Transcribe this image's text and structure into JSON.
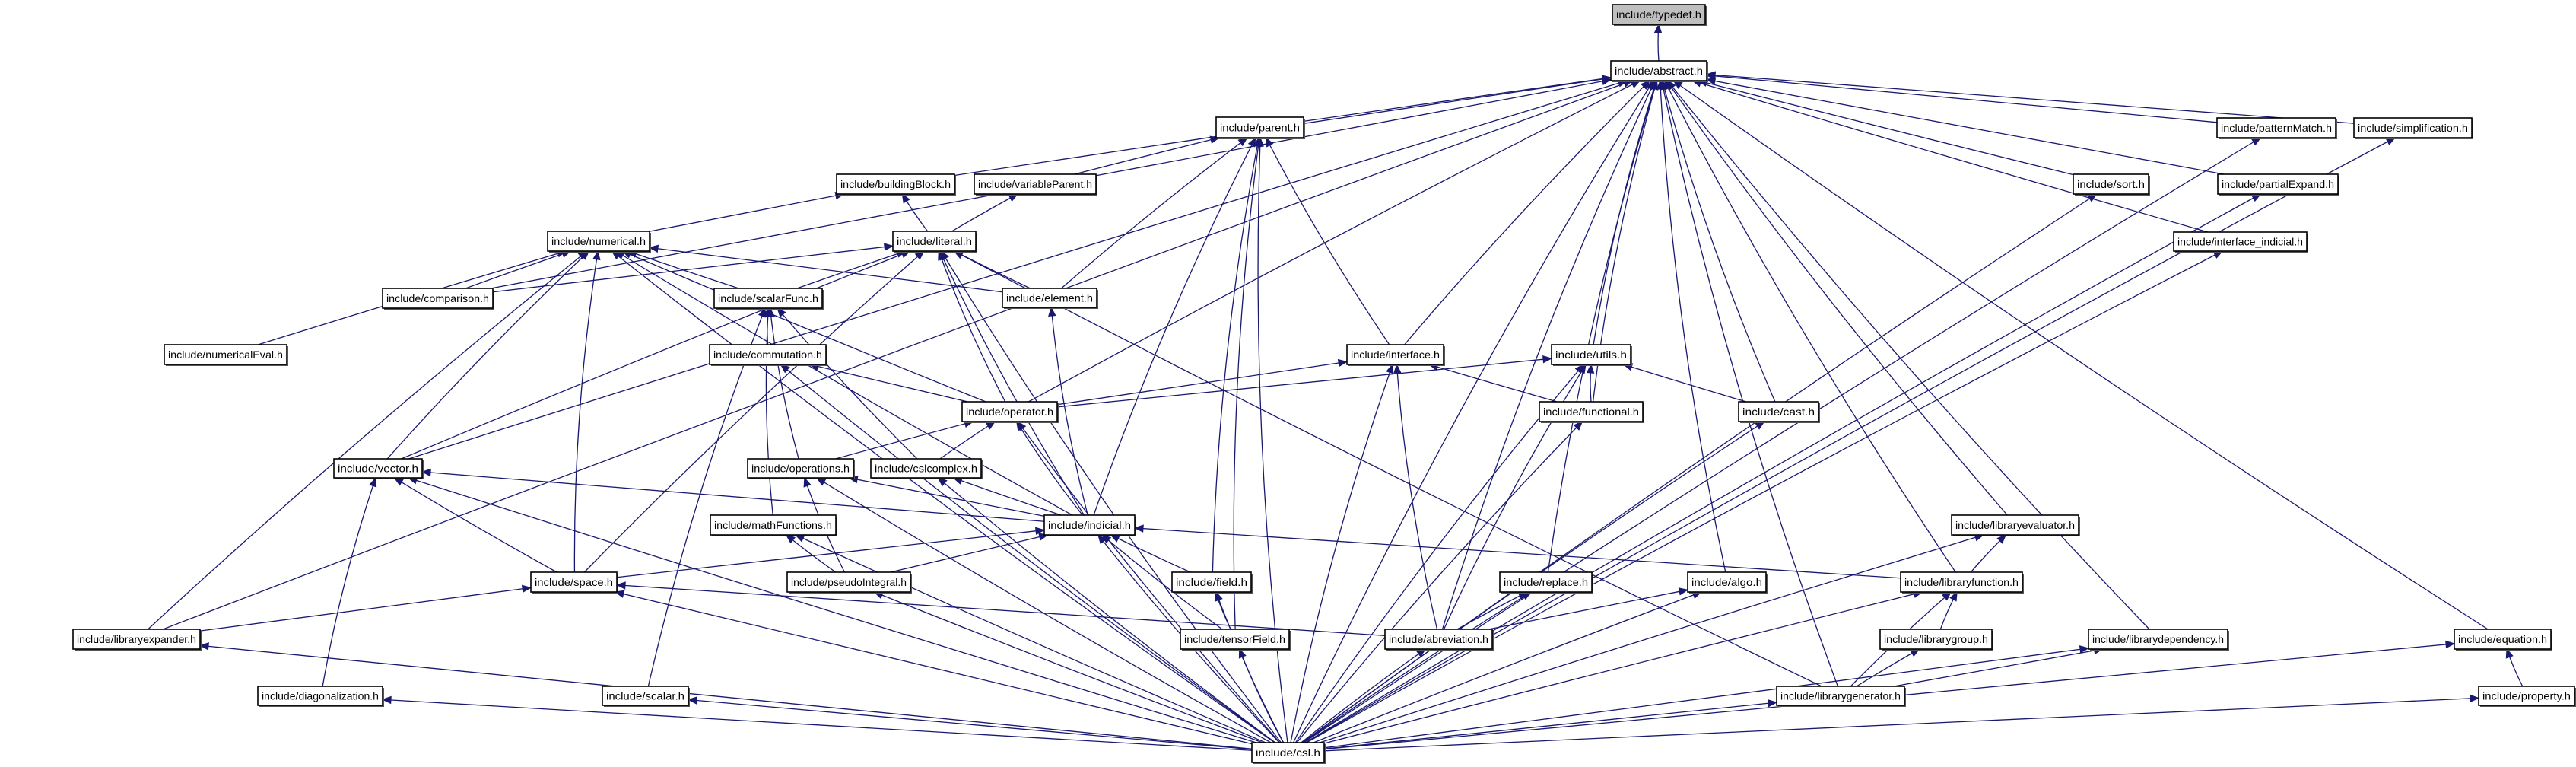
{
  "title": "Include dependency graph for include/typedef.h",
  "colors": {
    "edge": "#191970",
    "node_border": "#000000",
    "node_fill": "#ffffff",
    "root_fill": "#bfbfbf"
  },
  "nodes": [
    {
      "id": "typedef",
      "label": "include/typedef.h",
      "root": true
    },
    {
      "id": "abstract",
      "label": "include/abstract.h"
    },
    {
      "id": "parent",
      "label": "include/parent.h"
    },
    {
      "id": "patternMatch",
      "label": "include/patternMatch.h"
    },
    {
      "id": "simplification",
      "label": "include/simplification.h"
    },
    {
      "id": "buildingBlock",
      "label": "include/buildingBlock.h"
    },
    {
      "id": "variableParent",
      "label": "include/variableParent.h"
    },
    {
      "id": "sort",
      "label": "include/sort.h"
    },
    {
      "id": "partialExpand",
      "label": "include/partialExpand.h"
    },
    {
      "id": "numerical",
      "label": "include/numerical.h"
    },
    {
      "id": "literal",
      "label": "include/literal.h"
    },
    {
      "id": "interface_indicial",
      "label": "include/interface_indicial.h"
    },
    {
      "id": "comparison",
      "label": "include/comparison.h"
    },
    {
      "id": "scalarFunc",
      "label": "include/scalarFunc.h"
    },
    {
      "id": "element",
      "label": "include/element.h"
    },
    {
      "id": "numericalEval",
      "label": "include/numericalEval.h"
    },
    {
      "id": "commutation",
      "label": "include/commutation.h"
    },
    {
      "id": "interface",
      "label": "include/interface.h"
    },
    {
      "id": "utils",
      "label": "include/utils.h"
    },
    {
      "id": "operator",
      "label": "include/operator.h"
    },
    {
      "id": "functional",
      "label": "include/functional.h"
    },
    {
      "id": "cast",
      "label": "include/cast.h"
    },
    {
      "id": "vector",
      "label": "include/vector.h"
    },
    {
      "id": "operations",
      "label": "include/operations.h"
    },
    {
      "id": "cslcomplex",
      "label": "include/cslcomplex.h"
    },
    {
      "id": "mathFunctions",
      "label": "include/mathFunctions.h"
    },
    {
      "id": "indicial",
      "label": "include/indicial.h"
    },
    {
      "id": "libraryevaluator",
      "label": "include/libraryevaluator.h"
    },
    {
      "id": "space",
      "label": "include/space.h"
    },
    {
      "id": "pseudoIntegral",
      "label": "include/pseudoIntegral.h"
    },
    {
      "id": "field",
      "label": "include/field.h"
    },
    {
      "id": "replace",
      "label": "include/replace.h"
    },
    {
      "id": "algo",
      "label": "include/algo.h"
    },
    {
      "id": "libraryfunction",
      "label": "include/libraryfunction.h"
    },
    {
      "id": "libraryexpander",
      "label": "include/libraryexpander.h"
    },
    {
      "id": "tensorField",
      "label": "include/tensorField.h"
    },
    {
      "id": "abreviation",
      "label": "include/abreviation.h"
    },
    {
      "id": "librarygroup",
      "label": "include/librarygroup.h"
    },
    {
      "id": "librarydependency",
      "label": "include/librarydependency.h"
    },
    {
      "id": "equation",
      "label": "include/equation.h"
    },
    {
      "id": "diagonalization",
      "label": "include/diagonalization.h"
    },
    {
      "id": "scalar",
      "label": "include/scalar.h"
    },
    {
      "id": "librarygenerator",
      "label": "include/librarygenerator.h"
    },
    {
      "id": "property",
      "label": "include/property.h"
    },
    {
      "id": "csl",
      "label": "include/csl.h"
    }
  ],
  "edges": [
    [
      "abstract",
      "typedef"
    ],
    [
      "parent",
      "abstract"
    ],
    [
      "patternMatch",
      "abstract"
    ],
    [
      "simplification",
      "abstract"
    ],
    [
      "buildingBlock",
      "abstract"
    ],
    [
      "sort",
      "abstract"
    ],
    [
      "partialExpand",
      "abstract"
    ],
    [
      "interface_indicial",
      "abstract"
    ],
    [
      "comparison",
      "abstract"
    ],
    [
      "interface",
      "abstract"
    ],
    [
      "utils",
      "abstract"
    ],
    [
      "operator",
      "abstract"
    ],
    [
      "functional",
      "abstract"
    ],
    [
      "cast",
      "abstract"
    ],
    [
      "vector",
      "abstract"
    ],
    [
      "libraryevaluator",
      "abstract"
    ],
    [
      "replace",
      "abstract"
    ],
    [
      "algo",
      "abstract"
    ],
    [
      "libraryfunction",
      "abstract"
    ],
    [
      "libraryexpander",
      "abstract"
    ],
    [
      "abreviation",
      "abstract"
    ],
    [
      "librarydependency",
      "abstract"
    ],
    [
      "equation",
      "abstract"
    ],
    [
      "librarygenerator",
      "abstract"
    ],
    [
      "csl",
      "abstract"
    ],
    [
      "variableParent",
      "parent"
    ],
    [
      "element",
      "parent"
    ],
    [
      "interface",
      "parent"
    ],
    [
      "indicial",
      "parent"
    ],
    [
      "field",
      "parent"
    ],
    [
      "tensorField",
      "parent"
    ],
    [
      "csl",
      "parent"
    ],
    [
      "numerical",
      "buildingBlock"
    ],
    [
      "literal",
      "buildingBlock"
    ],
    [
      "literal",
      "variableParent"
    ],
    [
      "comparison",
      "numerical"
    ],
    [
      "scalarFunc",
      "numerical"
    ],
    [
      "element",
      "numerical"
    ],
    [
      "numericalEval",
      "numerical"
    ],
    [
      "operator",
      "numerical"
    ],
    [
      "vector",
      "numerical"
    ],
    [
      "space",
      "numerical"
    ],
    [
      "indicial",
      "numerical"
    ],
    [
      "libraryexpander",
      "numerical"
    ],
    [
      "csl",
      "numerical"
    ],
    [
      "comparison",
      "literal"
    ],
    [
      "scalarFunc",
      "literal"
    ],
    [
      "element",
      "literal"
    ],
    [
      "operator",
      "literal"
    ],
    [
      "vector",
      "literal"
    ],
    [
      "space",
      "literal"
    ],
    [
      "indicial",
      "literal"
    ],
    [
      "librarygenerator",
      "literal"
    ],
    [
      "csl",
      "literal"
    ],
    [
      "commutation",
      "scalarFunc"
    ],
    [
      "cslcomplex",
      "scalarFunc"
    ],
    [
      "mathFunctions",
      "scalarFunc"
    ],
    [
      "operations",
      "scalarFunc"
    ],
    [
      "scalar",
      "scalarFunc"
    ],
    [
      "operator",
      "commutation"
    ],
    [
      "csl",
      "commutation"
    ],
    [
      "operator",
      "interface"
    ],
    [
      "functional",
      "interface"
    ],
    [
      "abreviation",
      "interface"
    ],
    [
      "csl",
      "interface"
    ],
    [
      "operator",
      "utils"
    ],
    [
      "functional",
      "utils"
    ],
    [
      "cast",
      "utils"
    ],
    [
      "abreviation",
      "utils"
    ],
    [
      "csl",
      "utils"
    ],
    [
      "operations",
      "operator"
    ],
    [
      "cslcomplex",
      "operator"
    ],
    [
      "indicial",
      "operator"
    ],
    [
      "csl",
      "operator"
    ],
    [
      "indicial",
      "element"
    ],
    [
      "csl",
      "functional"
    ],
    [
      "csl",
      "cast"
    ],
    [
      "indicial",
      "vector"
    ],
    [
      "space",
      "vector"
    ],
    [
      "diagonalization",
      "vector"
    ],
    [
      "csl",
      "vector"
    ],
    [
      "indicial",
      "operations"
    ],
    [
      "pseudoIntegral",
      "operations"
    ],
    [
      "csl",
      "operations"
    ],
    [
      "indicial",
      "cslcomplex"
    ],
    [
      "csl",
      "cslcomplex"
    ],
    [
      "pseudoIntegral",
      "mathFunctions"
    ],
    [
      "csl",
      "mathFunctions"
    ],
    [
      "space",
      "indicial"
    ],
    [
      "pseudoIntegral",
      "indicial"
    ],
    [
      "field",
      "indicial"
    ],
    [
      "tensorField",
      "indicial"
    ],
    [
      "libraryfunction",
      "indicial"
    ],
    [
      "csl",
      "indicial"
    ],
    [
      "libraryfunction",
      "libraryevaluator"
    ],
    [
      "csl",
      "libraryevaluator"
    ],
    [
      "libraryexpander",
      "space"
    ],
    [
      "abreviation",
      "space"
    ],
    [
      "csl",
      "space"
    ],
    [
      "csl",
      "pseudoIntegral"
    ],
    [
      "tensorField",
      "field"
    ],
    [
      "csl",
      "field"
    ],
    [
      "abreviation",
      "replace"
    ],
    [
      "csl",
      "replace"
    ],
    [
      "abreviation",
      "algo"
    ],
    [
      "csl",
      "algo"
    ],
    [
      "librarygroup",
      "libraryfunction"
    ],
    [
      "librarygenerator",
      "libraryfunction"
    ],
    [
      "csl",
      "libraryfunction"
    ],
    [
      "csl",
      "libraryexpander"
    ],
    [
      "csl",
      "tensorField"
    ],
    [
      "csl",
      "abreviation"
    ],
    [
      "librarygenerator",
      "librarygroup"
    ],
    [
      "librarygenerator",
      "librarydependency"
    ],
    [
      "csl",
      "librarydependency"
    ],
    [
      "property",
      "equation"
    ],
    [
      "csl",
      "equation"
    ],
    [
      "csl",
      "diagonalization"
    ],
    [
      "csl",
      "scalar"
    ],
    [
      "csl",
      "librarygenerator"
    ],
    [
      "csl",
      "property"
    ],
    [
      "csl",
      "partialExpand"
    ],
    [
      "csl",
      "sort"
    ],
    [
      "csl",
      "interface_indicial"
    ],
    [
      "csl",
      "simplification"
    ],
    [
      "csl",
      "patternMatch"
    ]
  ]
}
